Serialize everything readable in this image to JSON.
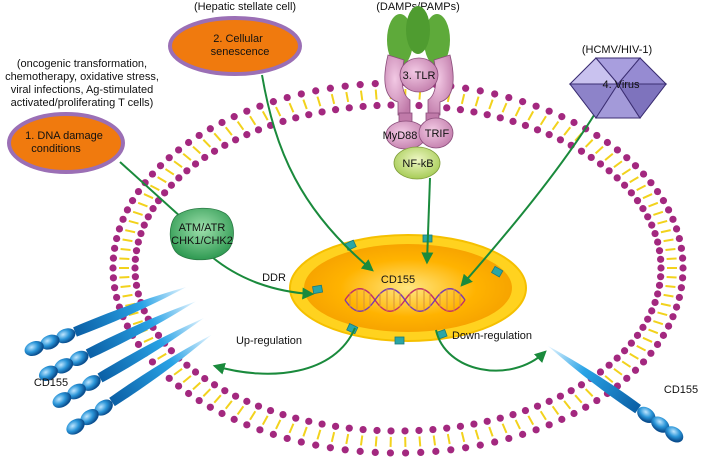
{
  "stimuli": {
    "dna_damage": {
      "context": [
        "(oncogenic transformation,",
        "chemotherapy, oxidative stress,",
        "viral infections, Ag-stimulated",
        "activated/proliferating T cells)"
      ],
      "label": [
        "1.  DNA damage",
        "conditions"
      ]
    },
    "senescence": {
      "context": "(Hepatic stellate cell)",
      "label": [
        "2. Cellular",
        "senescence"
      ]
    },
    "tlr": {
      "context": "(DAMPs/PAMPs)",
      "label": "3. TLR",
      "adaptor_1": "MyD88",
      "adaptor_2": "TRIF",
      "transcription_factor": "NF-kB"
    },
    "virus": {
      "context": "(HCMV/HIV-1)",
      "label": "4. Virus"
    }
  },
  "pathway": {
    "kinases": [
      "ATM/ATR",
      "CHK1/CHK2"
    ],
    "ddr_label": "DDR"
  },
  "nucleus": {
    "label": "CD155"
  },
  "outcomes": {
    "up": "Up-regulation",
    "down": "Down-regulation"
  },
  "receptors": {
    "left_label": "CD155",
    "right_label": "CD155"
  },
  "colors": {
    "arrow": "#1a8a3c",
    "stimulus_fill": "#f07a0e",
    "stimulus_border": "#9b6fb5",
    "membrane_head": "#a3287f",
    "nucleus_outer": "#f7c400",
    "nucleus_inner": "#ffb000",
    "receptor": "#1c8fd6"
  }
}
